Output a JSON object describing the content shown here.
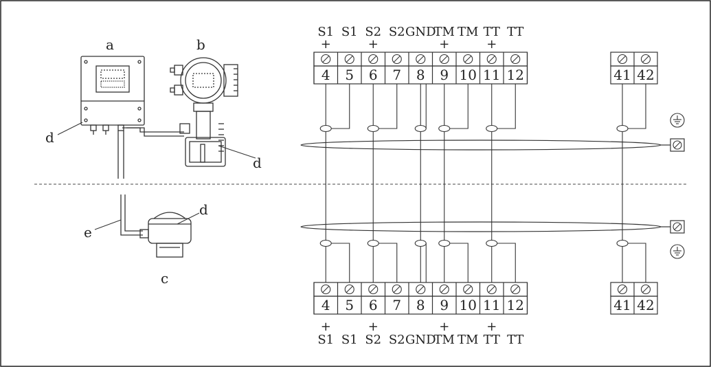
{
  "letters": {
    "a": "a",
    "b": "b",
    "c": "c",
    "d": "d",
    "e": "e"
  },
  "terminals": {
    "numbers": [
      "4",
      "5",
      "6",
      "7",
      "8",
      "9",
      "10",
      "11",
      "12"
    ],
    "extra": [
      "41",
      "42"
    ]
  },
  "signals": [
    "S1",
    "S1",
    "S2",
    "S2",
    "GND",
    "TM",
    "TM",
    "TT",
    "TT"
  ],
  "polarity": [
    "+",
    "",
    "+",
    "",
    "",
    "+",
    "",
    "+",
    ""
  ],
  "plus": "+"
}
